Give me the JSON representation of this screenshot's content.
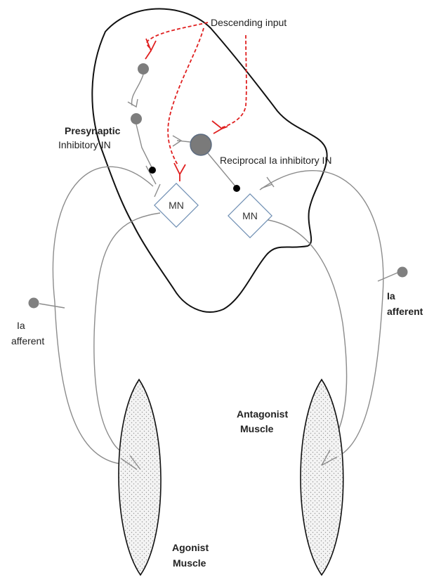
{
  "labels": {
    "descending_input": "Descending input",
    "presynaptic_line1": "Presynaptic",
    "presynaptic_line2": "Inhibitory IN",
    "reciprocal": "Reciprocal Ia inhibitory IN",
    "mn_left": "MN",
    "mn_right": "MN",
    "ia_left_line1": "Ia",
    "ia_left_line2": "afferent",
    "ia_right_line1": "Ia",
    "ia_right_line2": "afferent",
    "antagonist_line1": "Antagonist",
    "antagonist_line2": "Muscle",
    "agonist_line1": "Agonist",
    "agonist_line2": "Muscle"
  },
  "colors": {
    "descending_pathway": "#e02020",
    "neuron_lines": "#8c8c8c",
    "spinal_outline": "#111111",
    "motor_neuron_border": "#6f8fb3",
    "inhibitory_terminal": "#000000"
  }
}
